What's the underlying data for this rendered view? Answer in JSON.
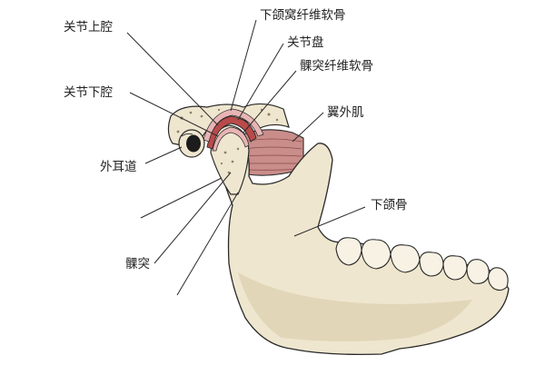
{
  "labels": {
    "superior_joint_cavity": "关节上腔",
    "mandibular_fossa_fibrocartilage": "下颌窝纤维软骨",
    "articular_disc": "关节盘",
    "condyle_fibrocartilage": "髁突纤维软骨",
    "inferior_joint_cavity": "关节下腔",
    "pterygoid_muscle": "翼外肌",
    "external_auditory_canal": "外耳道",
    "mandible": "下颌骨",
    "condyle": "髁突"
  },
  "colors": {
    "bone": "#efe6cf",
    "bone_shade": "#d9ccaa",
    "outline": "#2a2a2a",
    "muscle": "#c98d8a",
    "disc": "#b94a4a",
    "cartilage": "#e8b4b4",
    "tooth": "#f7f2e4"
  }
}
